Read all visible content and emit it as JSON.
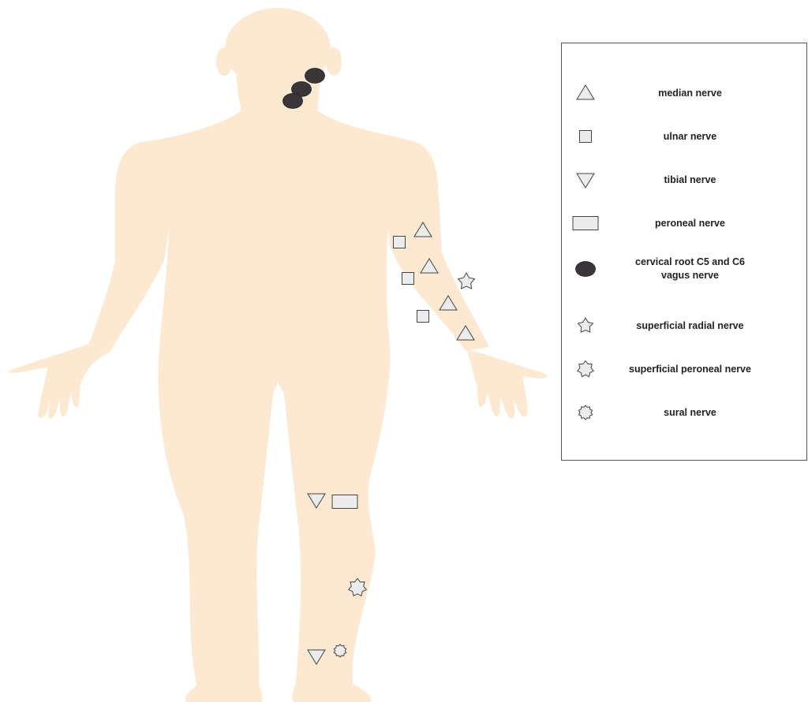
{
  "colors": {
    "body": "#fde9d2",
    "marker_fill": "#ececec",
    "marker_stroke": "#444444",
    "root_fill": "#3a3538"
  },
  "legend": {
    "items": [
      {
        "id": "median",
        "symbol": "triangle-up",
        "lines": [
          "median nerve"
        ]
      },
      {
        "id": "ulnar",
        "symbol": "square",
        "lines": [
          "ulnar nerve"
        ]
      },
      {
        "id": "tibial",
        "symbol": "triangle-down",
        "lines": [
          "tibial nerve"
        ]
      },
      {
        "id": "peroneal",
        "symbol": "rectangle",
        "lines": [
          "peroneal nerve"
        ]
      },
      {
        "id": "cervical-vagus",
        "symbol": "ellipse",
        "lines": [
          "cervical root C5 and C6",
          "vagus nerve"
        ]
      },
      {
        "id": "superficial-radial",
        "symbol": "star-5",
        "lines": [
          "superficial radial nerve"
        ]
      },
      {
        "id": "superficial-peroneal",
        "symbol": "star-7",
        "lines": [
          "superficial peroneal nerve"
        ]
      },
      {
        "id": "sural",
        "symbol": "star-10",
        "lines": [
          "sural nerve"
        ]
      }
    ]
  },
  "body_markers": {
    "median": 4,
    "ulnar": 3,
    "tibial": 2,
    "peroneal": 1,
    "cervical-vagus": 3,
    "superficial-radial": 1,
    "superficial-peroneal": 1,
    "sural": 1
  }
}
